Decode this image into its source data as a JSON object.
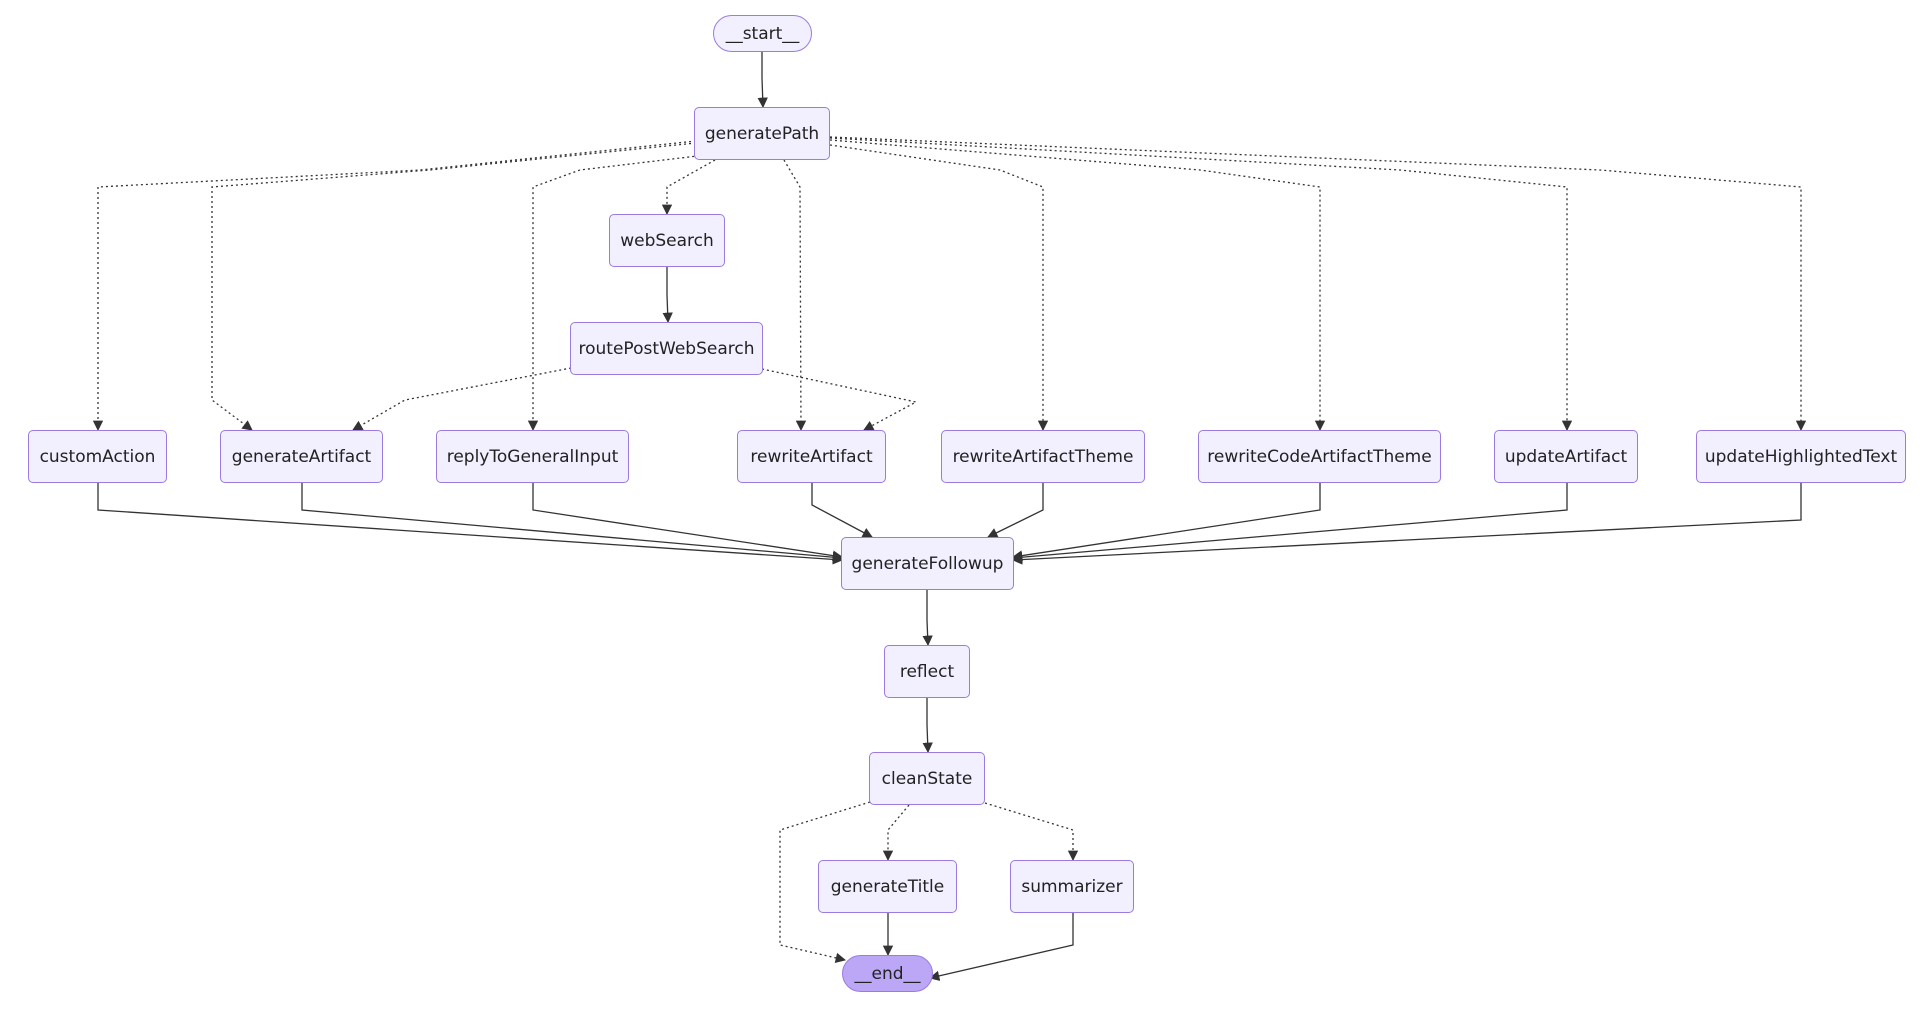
{
  "diagram": {
    "type": "flowchart",
    "nodes": [
      {
        "id": "start",
        "label": "__start__",
        "kind": "terminal"
      },
      {
        "id": "generatePath",
        "label": "generatePath"
      },
      {
        "id": "webSearch",
        "label": "webSearch"
      },
      {
        "id": "routePostWebSearch",
        "label": "routePostWebSearch"
      },
      {
        "id": "customAction",
        "label": "customAction"
      },
      {
        "id": "generateArtifact",
        "label": "generateArtifact"
      },
      {
        "id": "replyToGeneralInput",
        "label": "replyToGeneralInput"
      },
      {
        "id": "rewriteArtifact",
        "label": "rewriteArtifact"
      },
      {
        "id": "rewriteArtifactTheme",
        "label": "rewriteArtifactTheme"
      },
      {
        "id": "rewriteCodeArtifactTheme",
        "label": "rewriteCodeArtifactTheme"
      },
      {
        "id": "updateArtifact",
        "label": "updateArtifact"
      },
      {
        "id": "updateHighlightedText",
        "label": "updateHighlightedText"
      },
      {
        "id": "generateFollowup",
        "label": "generateFollowup"
      },
      {
        "id": "reflect",
        "label": "reflect"
      },
      {
        "id": "cleanState",
        "label": "cleanState"
      },
      {
        "id": "generateTitle",
        "label": "generateTitle"
      },
      {
        "id": "summarizer",
        "label": "summarizer"
      },
      {
        "id": "end",
        "label": "__end__",
        "kind": "terminal-end"
      }
    ],
    "edges": [
      {
        "from": "start",
        "to": "generatePath",
        "style": "solid"
      },
      {
        "from": "generatePath",
        "to": "customAction",
        "style": "dotted"
      },
      {
        "from": "generatePath",
        "to": "generateArtifact",
        "style": "dotted"
      },
      {
        "from": "generatePath",
        "to": "replyToGeneralInput",
        "style": "dotted"
      },
      {
        "from": "generatePath",
        "to": "webSearch",
        "style": "dotted"
      },
      {
        "from": "generatePath",
        "to": "rewriteArtifact",
        "style": "dotted"
      },
      {
        "from": "generatePath",
        "to": "rewriteArtifactTheme",
        "style": "dotted"
      },
      {
        "from": "generatePath",
        "to": "rewriteCodeArtifactTheme",
        "style": "dotted"
      },
      {
        "from": "generatePath",
        "to": "updateArtifact",
        "style": "dotted"
      },
      {
        "from": "generatePath",
        "to": "updateHighlightedText",
        "style": "dotted"
      },
      {
        "from": "webSearch",
        "to": "routePostWebSearch",
        "style": "solid"
      },
      {
        "from": "routePostWebSearch",
        "to": "generateArtifact",
        "style": "dotted"
      },
      {
        "from": "routePostWebSearch",
        "to": "rewriteArtifact",
        "style": "dotted"
      },
      {
        "from": "customAction",
        "to": "generateFollowup",
        "style": "solid"
      },
      {
        "from": "generateArtifact",
        "to": "generateFollowup",
        "style": "solid"
      },
      {
        "from": "replyToGeneralInput",
        "to": "generateFollowup",
        "style": "solid"
      },
      {
        "from": "rewriteArtifact",
        "to": "generateFollowup",
        "style": "solid"
      },
      {
        "from": "rewriteArtifactTheme",
        "to": "generateFollowup",
        "style": "solid"
      },
      {
        "from": "rewriteCodeArtifactTheme",
        "to": "generateFollowup",
        "style": "solid"
      },
      {
        "from": "updateArtifact",
        "to": "generateFollowup",
        "style": "solid"
      },
      {
        "from": "updateHighlightedText",
        "to": "generateFollowup",
        "style": "solid"
      },
      {
        "from": "generateFollowup",
        "to": "reflect",
        "style": "solid"
      },
      {
        "from": "reflect",
        "to": "cleanState",
        "style": "solid"
      },
      {
        "from": "cleanState",
        "to": "generateTitle",
        "style": "dotted"
      },
      {
        "from": "cleanState",
        "to": "summarizer",
        "style": "dotted"
      },
      {
        "from": "cleanState",
        "to": "end",
        "style": "dotted"
      },
      {
        "from": "generateTitle",
        "to": "end",
        "style": "solid"
      },
      {
        "from": "summarizer",
        "to": "end",
        "style": "solid"
      }
    ]
  },
  "colors": {
    "node_fill": "#f2effe",
    "node_border": "#9b7be0",
    "end_fill": "#bba7f6",
    "edge": "#333333",
    "text": "#222222"
  }
}
